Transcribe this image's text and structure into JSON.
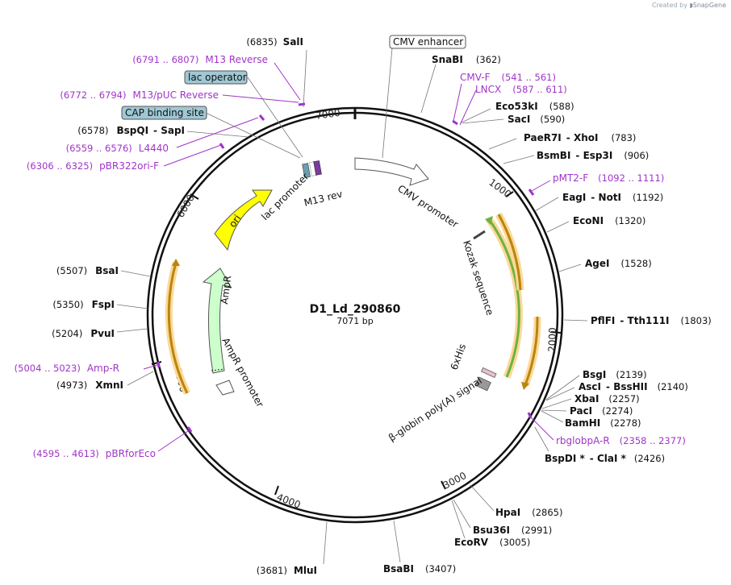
{
  "credit": {
    "prefix": "Created by",
    "brand": "SnapGene"
  },
  "plasmid": {
    "name": "D1_Ld_290860",
    "length": "7071 bp"
  },
  "ticks": [
    "1000",
    "2000",
    "3000",
    "4000",
    "5000",
    "6000",
    "7000"
  ],
  "enzymes": [
    {
      "name": "SalI",
      "pos": "(6835)"
    },
    {
      "name": "SnaBI",
      "pos": "(362)"
    },
    {
      "name": "Eco53kI",
      "pos": "(588)"
    },
    {
      "name": "SacI",
      "pos": "(590)"
    },
    {
      "name": "PaeR7I",
      "name2": "XhoI",
      "pos": "(783)"
    },
    {
      "name": "BsmBI",
      "name2": "Esp3I",
      "pos": "(906)"
    },
    {
      "name": "EagI",
      "name2": "NotI",
      "pos": "(1192)"
    },
    {
      "name": "EcoNI",
      "pos": "(1320)"
    },
    {
      "name": "AgeI",
      "pos": "(1528)"
    },
    {
      "name": "PflFI",
      "name2": "Tth111I",
      "pos": "(1803)"
    },
    {
      "name": "BsgI",
      "pos": "(2139)"
    },
    {
      "name": "AscI",
      "name2": "BssHII",
      "pos": "(2140)"
    },
    {
      "name": "XbaI",
      "pos": "(2257)"
    },
    {
      "name": "PacI",
      "pos": "(2274)"
    },
    {
      "name": "BamHI",
      "pos": "(2278)"
    },
    {
      "name": "BspDI *",
      "name2": "ClaI *",
      "pos": "(2426)"
    },
    {
      "name": "HpaI",
      "pos": "(2865)"
    },
    {
      "name": "Bsu36I",
      "pos": "(2991)"
    },
    {
      "name": "EcoRV",
      "pos": "(3005)"
    },
    {
      "name": "BsaBI",
      "pos": "(3407)"
    },
    {
      "name": "MluI",
      "pos": "(3681)"
    },
    {
      "name": "XmnI",
      "pos": "(4973)"
    },
    {
      "name": "PvuI",
      "pos": "(5204)"
    },
    {
      "name": "FspI",
      "pos": "(5350)"
    },
    {
      "name": "BsaI",
      "pos": "(5507)"
    },
    {
      "name": "BspQI",
      "name2": "SapI",
      "pos": "(6578)"
    }
  ],
  "primers": [
    {
      "name": "M13 Reverse",
      "range": "(6791 .. 6807)"
    },
    {
      "name": "M13/pUC Reverse",
      "range": "(6772 .. 6794)"
    },
    {
      "name": "L4440",
      "range": "(6559 .. 6576)"
    },
    {
      "name": "pBR322ori-F",
      "range": "(6306 .. 6325)"
    },
    {
      "name": "CMV-F",
      "range": "(541 .. 561)"
    },
    {
      "name": "LNCX",
      "range": "(587 .. 611)"
    },
    {
      "name": "pMT2-F",
      "range": "(1092 .. 1111)"
    },
    {
      "name": "rbglobpA-R",
      "range": "(2358 .. 2377)"
    },
    {
      "name": "Amp-R",
      "range": "(5004 .. 5023)"
    },
    {
      "name": "pBRforEco",
      "range": "(4595 .. 4613)"
    }
  ],
  "boxed_features": [
    {
      "label": "CMV enhancer",
      "color": "#ffffff"
    },
    {
      "label": "lac operator",
      "color": "#9fc8d4"
    },
    {
      "label": "CAP binding site",
      "color": "#9fc8d4"
    }
  ],
  "features": {
    "cmv_promoter": "CMV promoter",
    "kozak": "Kozak sequence",
    "his": "6xHis",
    "polya": "β-globin poly(A) signal",
    "ampr": "AmpR",
    "ampr_promoter": "AmpR promoter",
    "ori": "ori",
    "lac_promoter": "lac promoter",
    "m13_rev": "M13 rev"
  },
  "colors": {
    "ori": "#ffff00",
    "ampr": "#ccffcc",
    "orf_green": "#6db33f",
    "orf_orange": "#b8860b",
    "orf_highlight": "#fcd89a",
    "primer": "#a034c8",
    "backbone": "#111111"
  }
}
